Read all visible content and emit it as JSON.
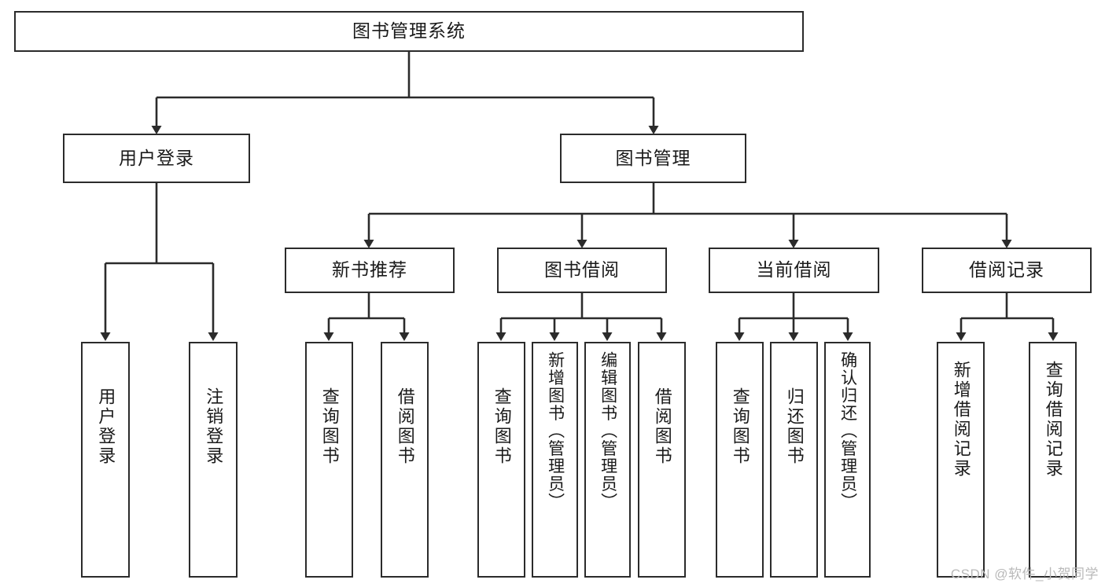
{
  "diagram": {
    "title": "图书管理系统",
    "type": "hierarchy-tree",
    "colors": {
      "box_border": "#2b2b2b",
      "box_fill": "#ffffff",
      "connector": "#2b2b2b",
      "text": "#1a1a1a",
      "background": "#ffffff",
      "watermark": "#b9b9b9"
    },
    "root": {
      "label": "图书管理系统"
    },
    "level2": [
      {
        "label": "用户登录"
      },
      {
        "label": "图书管理"
      }
    ],
    "level3": [
      {
        "label": "新书推荐"
      },
      {
        "label": "图书借阅"
      },
      {
        "label": "当前借阅"
      },
      {
        "label": "借阅记录"
      }
    ],
    "leaves": [
      {
        "label": "用户登录",
        "parent": "用户登录"
      },
      {
        "label": "注销登录",
        "parent": "用户登录"
      },
      {
        "label": "查询图书",
        "parent": "新书推荐"
      },
      {
        "label": "借阅图书",
        "parent": "新书推荐"
      },
      {
        "label": "查询图书",
        "parent": "图书借阅"
      },
      {
        "label": "新增图书（管理员）",
        "parent": "图书借阅"
      },
      {
        "label": "编辑图书（管理员）",
        "parent": "图书借阅"
      },
      {
        "label": "借阅图书",
        "parent": "图书借阅"
      },
      {
        "label": "查询图书",
        "parent": "当前借阅"
      },
      {
        "label": "归还图书",
        "parent": "当前借阅"
      },
      {
        "label": "确认归还（管理员）",
        "parent": "当前借阅"
      },
      {
        "label": "新增借阅记录",
        "parent": "借阅记录"
      },
      {
        "label": "查询借阅记录",
        "parent": "借阅记录"
      }
    ]
  },
  "watermark": {
    "text": "CSDN @软件_小贺同学"
  }
}
